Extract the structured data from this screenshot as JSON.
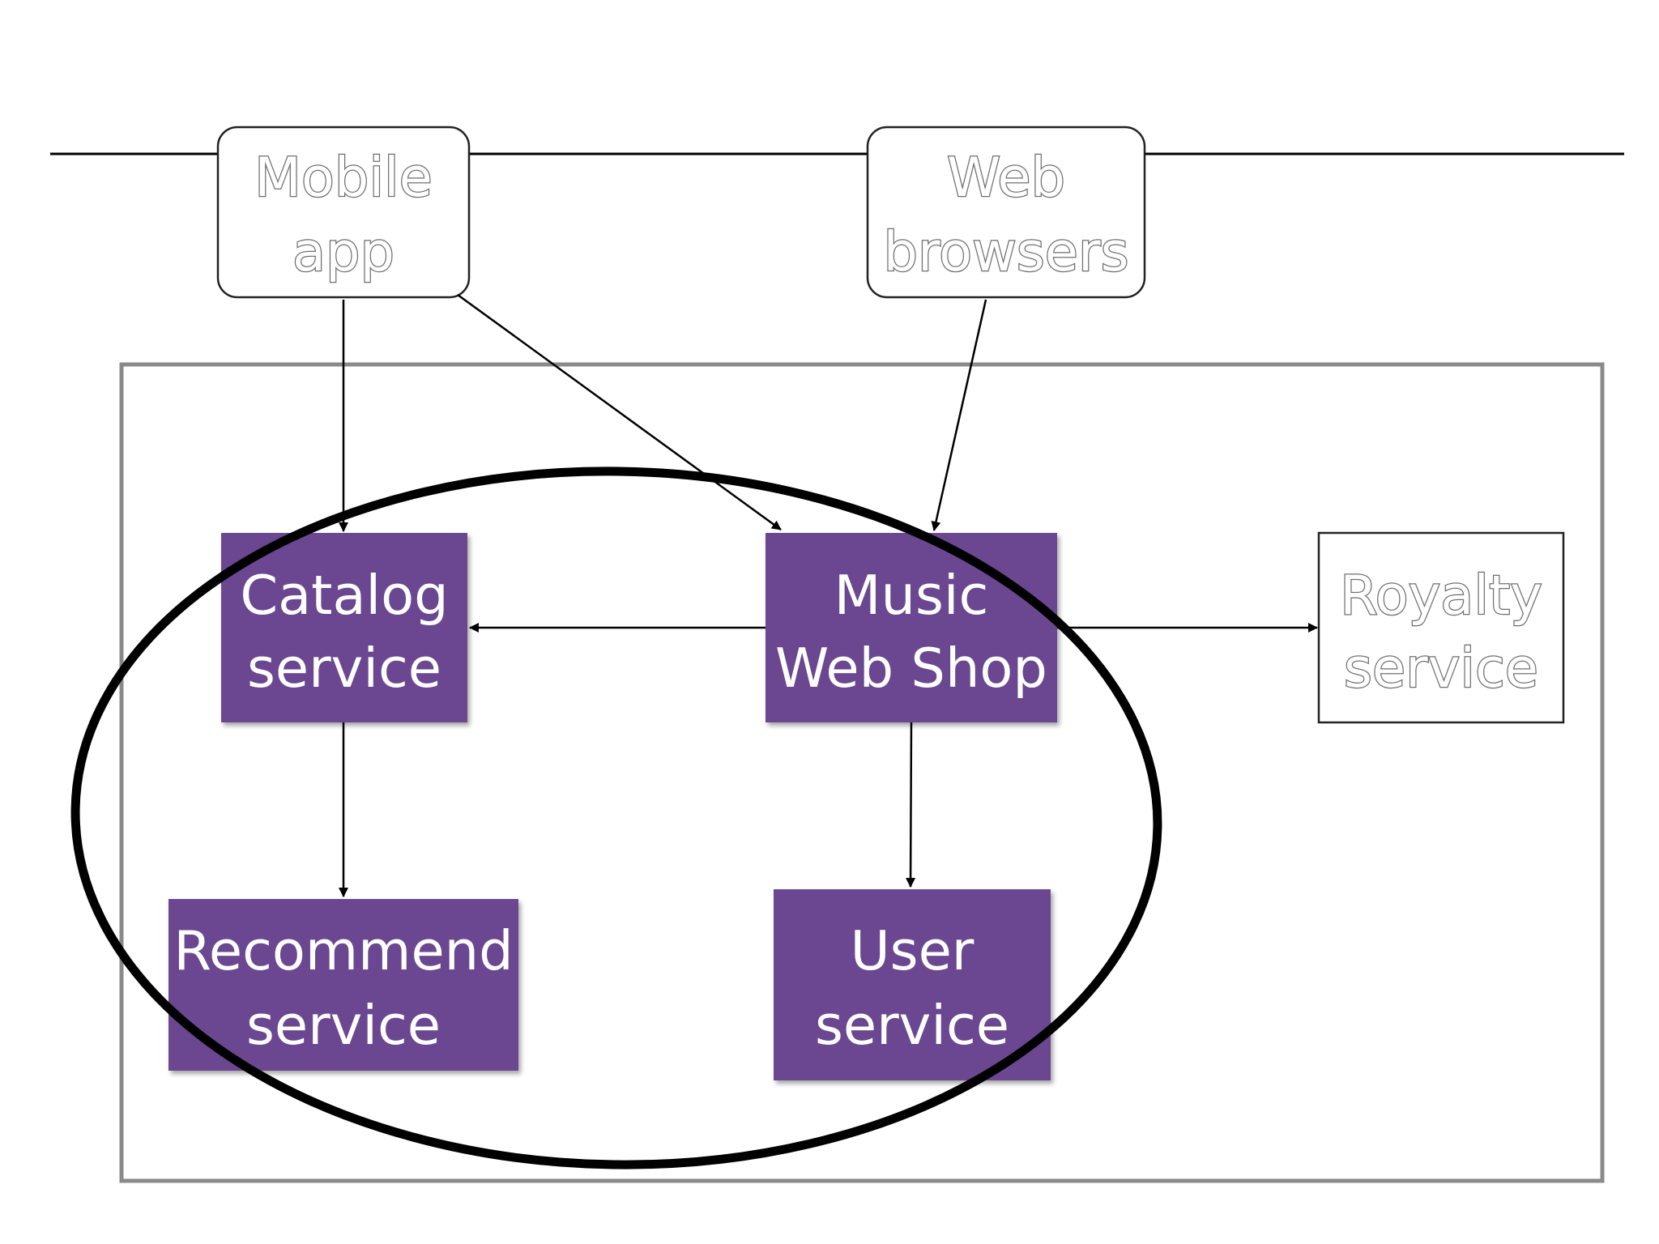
{
  "nodes": {
    "mobile_app": {
      "line1": "Mobile",
      "line2": "app"
    },
    "web_browsers": {
      "line1": "Web",
      "line2": "browsers"
    },
    "catalog_service": {
      "line1": "Catalog",
      "line2": "service"
    },
    "music_web_shop": {
      "line1": "Music",
      "line2": "Web Shop"
    },
    "royalty_service": {
      "line1": "Royalty",
      "line2": "service"
    },
    "recommend_service": {
      "line1": "Recommend",
      "line2": "service"
    },
    "user_service": {
      "line1": "User",
      "line2": "service"
    }
  },
  "colors": {
    "service_fill": "#6b4790",
    "outline": "#222222",
    "boundary": "#8a8a8a",
    "ellipse": "#000000"
  }
}
